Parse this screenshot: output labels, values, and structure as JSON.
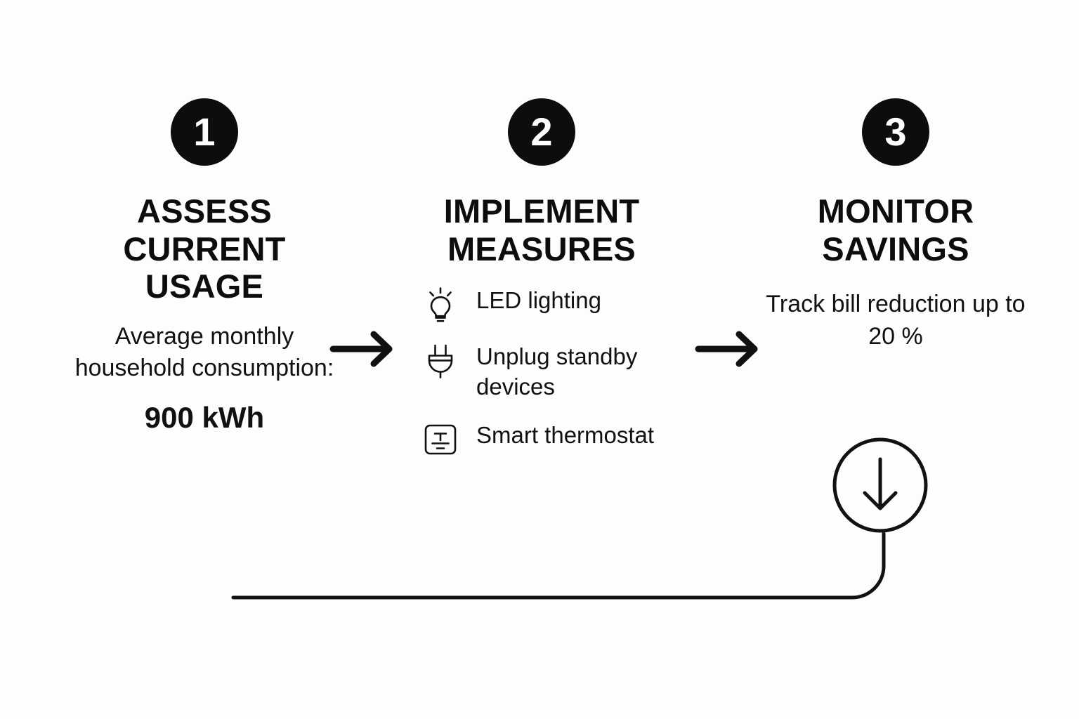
{
  "diagram": {
    "title_alt": "Energy saving three step process",
    "background_color": "#fdfdfb",
    "ink_color": "#0d0d0d"
  },
  "steps": [
    {
      "number": "1",
      "heading": "ASSESS CURRENT USAGE",
      "body": "Average monthly household consumption:",
      "emphasis": "900 kWh"
    },
    {
      "number": "2",
      "heading": "IMPLEMENT MEASURES",
      "measures": [
        {
          "icon": "lightbulb-icon",
          "label": "LED lighting"
        },
        {
          "icon": "power-plug-icon",
          "label": "Unplug standby devices"
        },
        {
          "icon": "thermostat-icon",
          "label": "Smart thermostat"
        }
      ]
    },
    {
      "number": "3",
      "heading": "MONITOR SAVINGS",
      "body": "Track bill reduction up to 20 %"
    }
  ],
  "connectors": {
    "arrow_1": "arrow-right-icon",
    "arrow_2": "arrow-right-icon",
    "result": "arrow-down-circle-icon",
    "feedback_loop": "feedback-loop-line"
  }
}
